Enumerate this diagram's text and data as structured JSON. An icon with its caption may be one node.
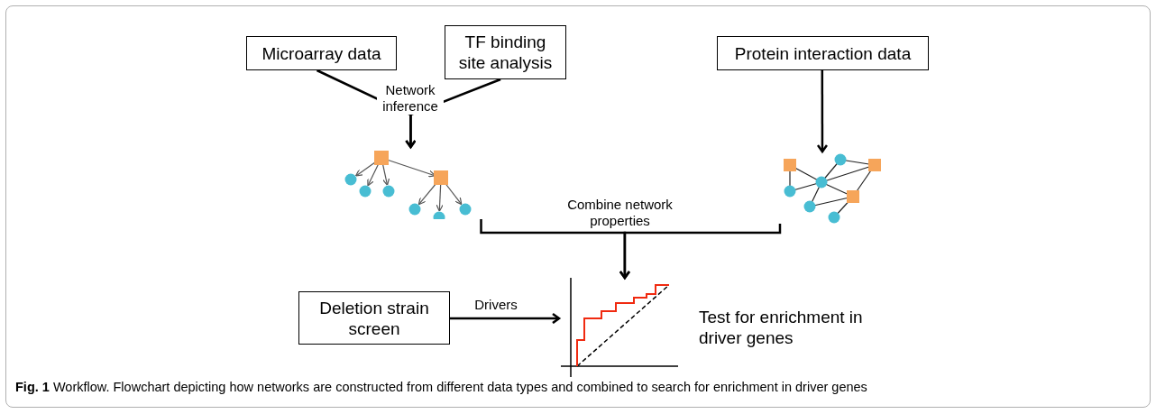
{
  "diagram": {
    "caption": "**Fig. 1** Workflow. Flowchart depicting how networks are constructed from different data types and combined to search for enrichment in driver genes",
    "nodes": [
      {
        "text": [
          "Microarray data"
        ]
      },
      {
        "text": [
          "TF binding site analysis"
        ]
      },
      {
        "text": [
          "Protein interaction data"
        ]
      },
      {
        "text": [],
        "shape": "picture"
      },
      {
        "text": [],
        "shape": "picture"
      },
      {
        "text": [
          "Deletion strain screen"
        ]
      },
      {
        "text": [],
        "shape": "picture",
        "beside": [
          "Test for enrichment in driver genes"
        ]
      }
    ],
    "edges": [
      {
        "from": 0,
        "to": 3,
        "arrow": "to",
        "label": "Network inference"
      },
      {
        "from": 1,
        "to": 3,
        "arrow": "to"
      },
      {
        "from": 2,
        "to": 4,
        "arrow": "to"
      },
      {
        "from": 3,
        "to": 6,
        "arrow": "to",
        "label": "Combine network properties"
      },
      {
        "from": 4,
        "to": 6,
        "arrow": "to"
      },
      {
        "from": 5,
        "to": 6,
        "arrow": "to",
        "label": "Drivers"
      }
    ]
  }
}
